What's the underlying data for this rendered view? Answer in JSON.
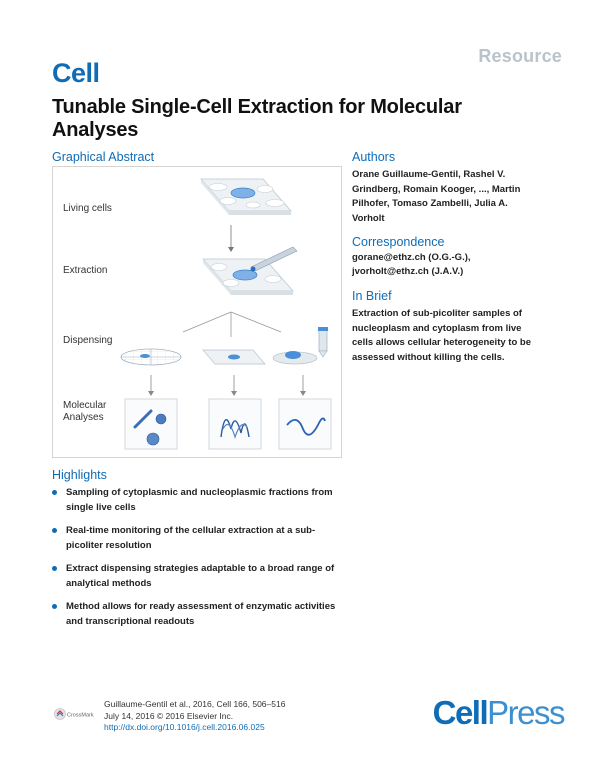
{
  "header": {
    "resource_label": "Resource",
    "journal_logo": "Cell"
  },
  "title": "Tunable Single-Cell Extraction for Molecular Analyses",
  "graphical_abstract": {
    "heading": "Graphical Abstract",
    "labels": {
      "living": "Living cells",
      "extraction": "Extraction",
      "dispensing": "Dispensing",
      "molecular_1": "Molecular",
      "molecular_2": "Analyses"
    }
  },
  "authors": {
    "heading": "Authors",
    "text": "Orane Guillaume-Gentil, Rashel V. Grindberg, Romain Kooger, ..., Martin Pilhofer, Tomaso Zambelli, Julia A. Vorholt"
  },
  "correspondence": {
    "heading": "Correspondence",
    "line1": "gorane@ethz.ch (O.G.-G.),",
    "line2": "jvorholt@ethz.ch (J.A.V.)"
  },
  "in_brief": {
    "heading": "In Brief",
    "text": "Extraction of sub-picoliter samples of nucleoplasm and cytoplasm from live cells allows cellular heterogeneity to be assessed without killing the cells."
  },
  "highlights": {
    "heading": "Highlights",
    "items": [
      "Sampling of cytoplasmic and nucleoplasmic fractions from single live cells",
      "Real-time monitoring of the cellular extraction at a sub-picoliter resolution",
      "Extract dispensing strategies adaptable to a broad range of analytical methods",
      "Method allows for ready assessment of enzymatic activities and transcriptional readouts"
    ]
  },
  "footer": {
    "line1": "Guillaume-Gentil et al., 2016, Cell 166, 506–516",
    "line2": "July 14, 2016 © 2016 Elsevier Inc.",
    "doi": "http://dx.doi.org/10.1016/j.cell.2016.06.025",
    "crossmark": "CrossMark"
  },
  "publisher": {
    "part1": "Cell",
    "part2": "Press"
  },
  "colors": {
    "brand_blue": "#0f6cb6",
    "cell_blue": "#4a8fd8",
    "resource_grey": "#b9c3cc"
  }
}
